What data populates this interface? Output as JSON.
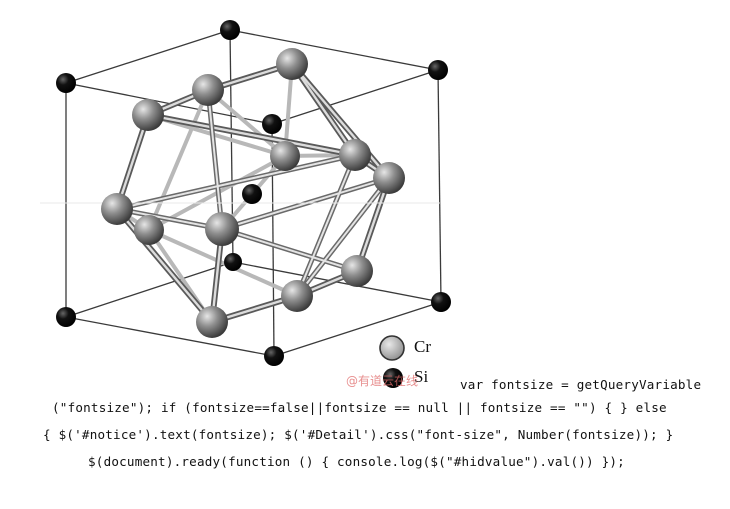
{
  "legend": {
    "items": [
      {
        "label": "Cr",
        "color": "#a8a8a8"
      },
      {
        "label": "Si",
        "color": "#111111"
      }
    ]
  },
  "watermark": "@有道云在线",
  "code": {
    "line1": "var fontsize = getQueryVariable",
    "line2": "(\"fontsize\"); if (fontsize==false||fontsize == null || fontsize == \"\") { } else",
    "line3": "{ $('#notice').text(fontsize); $('#Detail').css(\"font-size\", Number(fontsize)); }",
    "line4": "$(document).ready(function () { console.log($(\"#hidvalue\").val()) });"
  },
  "colors": {
    "cr_atom": "#8c8c8c",
    "si_atom": "#0a0a0a",
    "cube_edge": "#333333",
    "bond": "#9a9a9a"
  }
}
